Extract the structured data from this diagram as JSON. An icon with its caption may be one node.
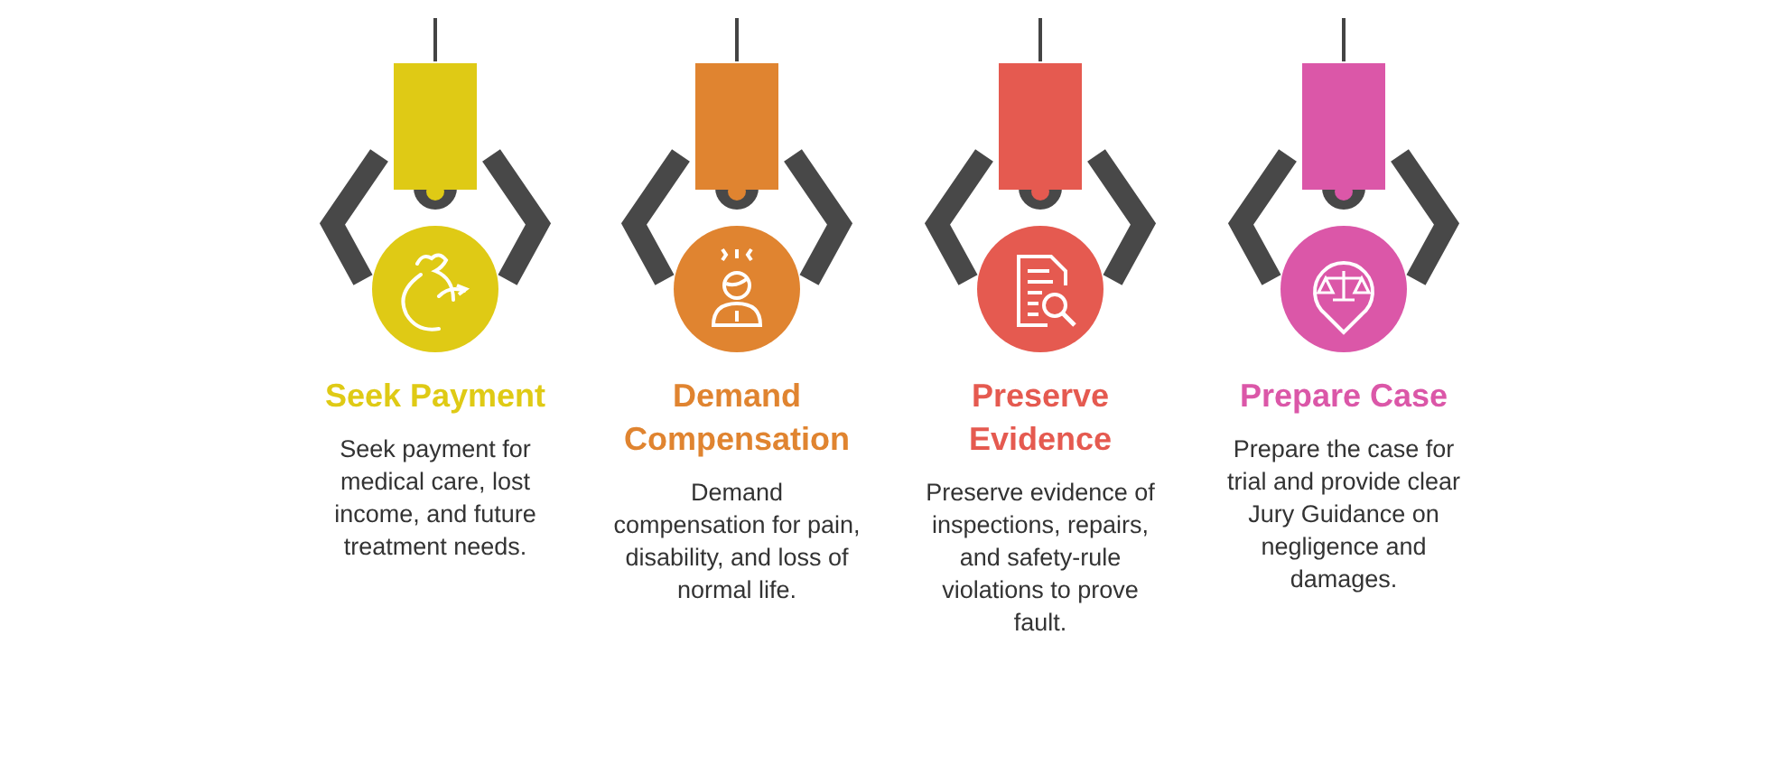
{
  "diagram": {
    "nodes": [
      {
        "text": [
          "Seek Payment",
          "Seek payment for medical care, lost income, and future treatment needs."
        ]
      },
      {
        "text": [
          "Demand Compensation",
          "Demand compensation for pain, disability, and loss of normal life."
        ]
      },
      {
        "text": [
          "Preserve Evidence",
          "Preserve evidence of inspections, repairs, and safety-rule violations to prove fault."
        ]
      },
      {
        "text": [
          "Prepare Case",
          "Prepare the case for trial and provide clear Jury Guidance on negligence and damages."
        ]
      }
    ]
  }
}
